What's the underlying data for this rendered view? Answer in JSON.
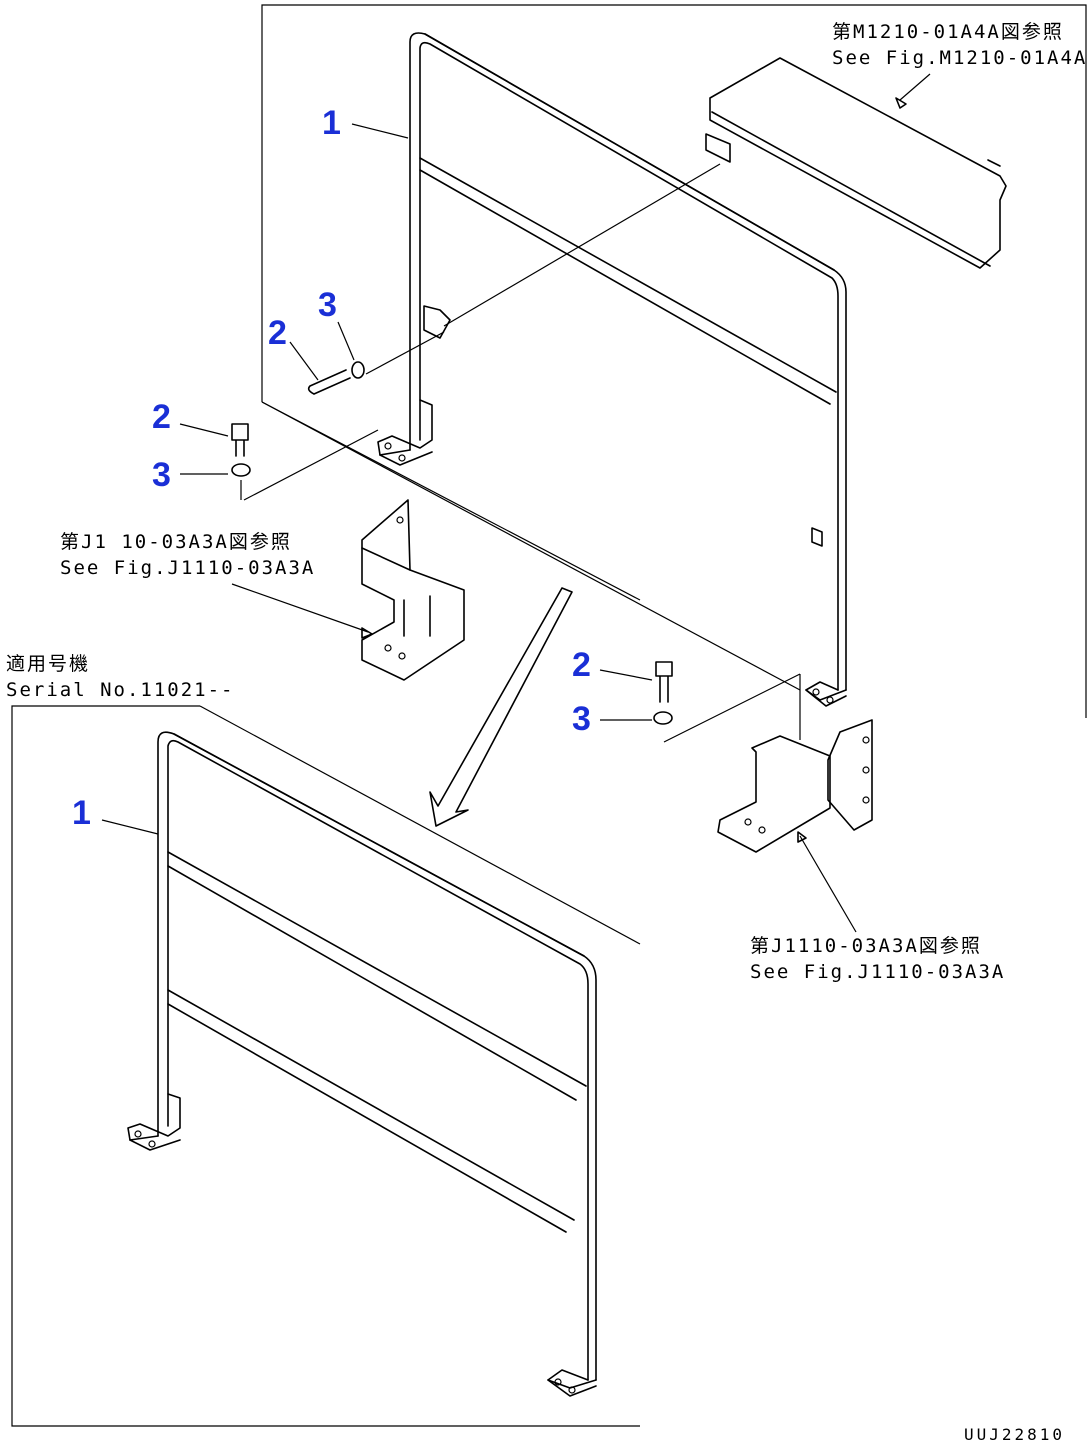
{
  "callouts": {
    "upper_frame": "1",
    "upper_bolt": "2",
    "upper_washer": "3",
    "left_bolt": "2",
    "left_washer": "3",
    "right_bolt": "2",
    "right_washer": "3",
    "lower_frame": "1"
  },
  "references": {
    "top_right_jp": "第M1210-01A4A図参照",
    "top_right_en": "See Fig.M1210-01A4A",
    "middle_left_jp": "第J1 10-03A3A図参照",
    "middle_left_en": "See Fig.J1110-03A3A",
    "bottom_right_jp": "第J1110-03A3A図参照",
    "bottom_right_en": "See Fig.J1110-03A3A"
  },
  "applicability": {
    "label_jp": "適用号機",
    "serial_en": "Serial No.11021--"
  },
  "drawing_code": "UUJ22810",
  "colors": {
    "callout": "#1a2fd6",
    "line": "#000000"
  }
}
